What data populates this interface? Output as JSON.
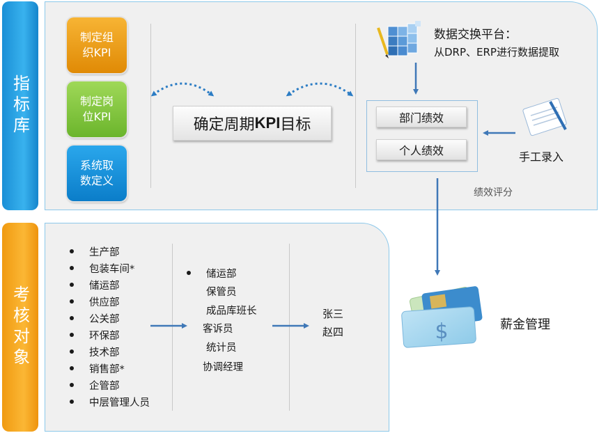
{
  "side_tabs": {
    "top": "指标库",
    "bottom": "考核对象"
  },
  "kpi_buttons": {
    "org": "制定组织KPI",
    "org_line1": "制定组",
    "org_line2": "织KPI",
    "pos_line1": "制定岗",
    "pos_line2": "位KPI",
    "sys_line1": "系统取",
    "sys_line2": "数定义"
  },
  "target": {
    "label_prefix": "确定周期",
    "label_bold": "KPI",
    "label_suffix": "目标"
  },
  "exchange": {
    "title": "数据交换平台：",
    "description": "从DRP、ERP进行数据提取"
  },
  "performance": {
    "dept": "部门绩效",
    "person": "个人绩效",
    "manual": "手工录入",
    "scoring": "绩效评分"
  },
  "salary": {
    "label": "薪金管理"
  },
  "departments": [
    "生产部",
    "包装车间*",
    "储运部",
    "供应部",
    "公关部",
    "环保部",
    "技术部",
    "销售部*",
    "企管部",
    "中层管理人员"
  ],
  "sub_units": {
    "header": "储运部",
    "items": [
      "保管员",
      "成品库班长",
      "客诉员",
      "统计员",
      "协调经理"
    ]
  },
  "people": [
    "张三",
    "赵四"
  ],
  "colors": {
    "blue_tab": "#2aa3e6",
    "orange_tab": "#f5a623",
    "arrow": "#3f78b7",
    "panel_bg": "#f0f0f0"
  }
}
